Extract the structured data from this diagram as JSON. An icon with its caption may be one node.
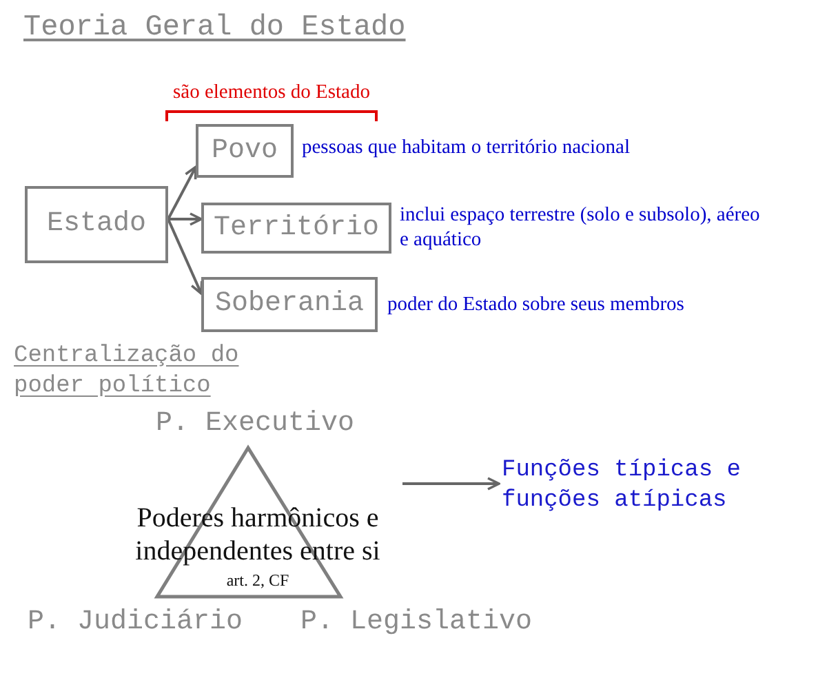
{
  "diagram": {
    "title": "Teoria Geral do Estado",
    "nodes": [
      {
        "text": [
          "Estado"
        ]
      },
      {
        "text": [
          "Povo"
        ],
        "beside": [
          "pessoas que habitam o território nacional"
        ]
      },
      {
        "text": [
          "Território"
        ],
        "beside": [
          "inclui espaço terrestre (solo e subsolo), aéreo e aquático"
        ]
      },
      {
        "text": [
          "Soberania"
        ],
        "beside": [
          "poder do Estado sobre seus membros"
        ]
      },
      {
        "text": [
          "Poderes harmônicos e independentes entre si",
          "art. 2, CF"
        ],
        "beside": [
          "P. Executivo",
          "P. Judiciário",
          "P. Legislativo"
        ]
      },
      {
        "text": [
          "Funções típicas e funções atípicas"
        ]
      }
    ],
    "edges": [
      {
        "from": 0,
        "to": 1,
        "arrow": "to"
      },
      {
        "from": 0,
        "to": 2,
        "arrow": "to"
      },
      {
        "from": 0,
        "to": 3,
        "arrow": "to"
      },
      {
        "from": 4,
        "to": 5,
        "arrow": "to"
      }
    ],
    "labels": [
      "são elementos do Estado",
      "Centralização do poder político"
    ]
  }
}
